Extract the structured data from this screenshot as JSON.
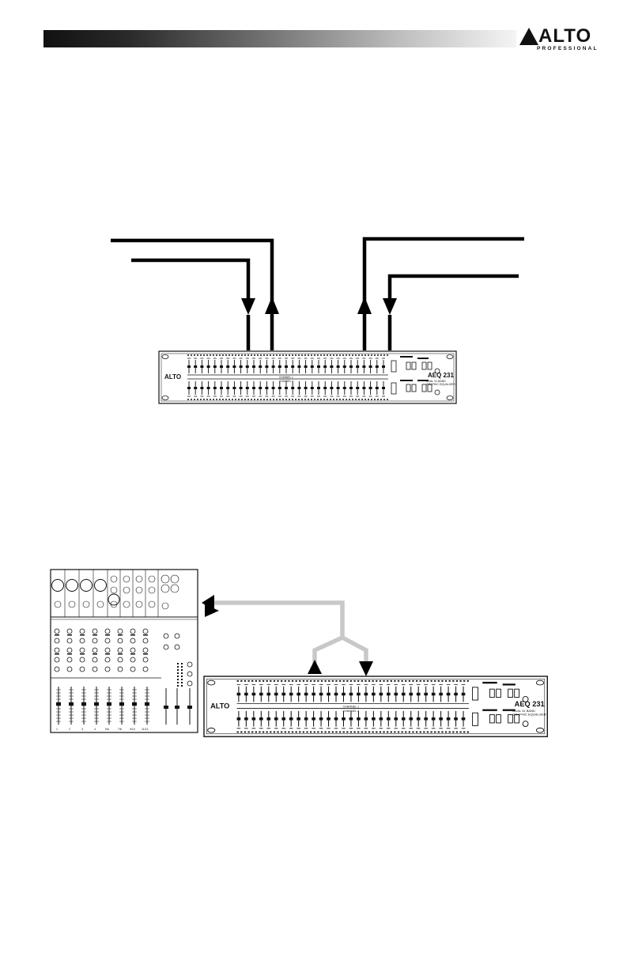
{
  "header": {
    "brand_logo": "ALTO",
    "brand_sub": "PROFESSIONAL"
  },
  "icons": {
    "logo": "alto-triangle-logo",
    "arrow_up": "arrow-up-icon",
    "arrow_down": "arrow-down-icon"
  },
  "equalizer": {
    "brand": "ALTO",
    "model": "AEQ 231",
    "subtitle_1": "DUAL 31 BAND",
    "subtitle_2": "GRAPHIC EQUALIZER",
    "channel_1": "CHANNEL 1",
    "channel_2": "CHANNEL 2",
    "band_count": 31
  },
  "mixer": {
    "channels": [
      "1",
      "2",
      "3",
      "4",
      "5/6",
      "7/8",
      "9/10",
      "11/12"
    ]
  },
  "colors": {
    "cable_black": "#000000",
    "cable_gray": "#c8c8c8"
  }
}
